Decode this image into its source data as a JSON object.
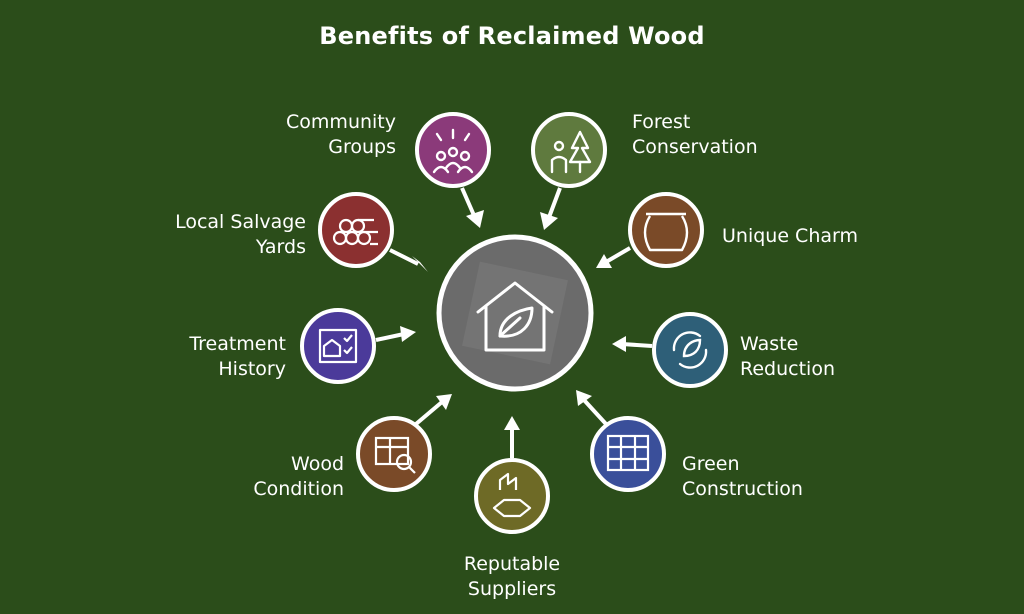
{
  "title": "Benefits of Reclaimed Wood",
  "center": {
    "icon": "house-leaf-icon"
  },
  "colors": {
    "background": "#2b4d1a",
    "center": "#6b6b6b",
    "outline": "#ffffff"
  },
  "nodes": [
    {
      "id": "community-groups",
      "lines": [
        "Community",
        "Groups"
      ],
      "color": "#8b3a7a",
      "icon": "people-celebration-icon"
    },
    {
      "id": "forest-conservation",
      "lines": [
        "Forest",
        "Conservation"
      ],
      "color": "#5f7a3e",
      "icon": "person-tree-icon"
    },
    {
      "id": "unique-charm",
      "lines": [
        "Unique Charm"
      ],
      "color": "#7a4a28",
      "icon": "wooden-barrel-icon"
    },
    {
      "id": "waste-reduction",
      "lines": [
        "Waste",
        "Reduction"
      ],
      "color": "#2e5f78",
      "icon": "recycle-leaf-icon"
    },
    {
      "id": "green-construction",
      "lines": [
        "Green",
        "Construction"
      ],
      "color": "#3a4f9a",
      "icon": "solar-panel-icon"
    },
    {
      "id": "reputable-suppliers",
      "lines": [
        "Reputable",
        "Suppliers"
      ],
      "color": "#6e6a26",
      "icon": "handshake-factory-icon"
    },
    {
      "id": "wood-condition",
      "lines": [
        "Wood",
        "Condition"
      ],
      "color": "#7a4a28",
      "icon": "inspection-magnifier-icon"
    },
    {
      "id": "treatment-history",
      "lines": [
        "Treatment",
        "History"
      ],
      "color": "#4b3a9a",
      "icon": "checklist-house-icon"
    },
    {
      "id": "local-salvage-yards",
      "lines": [
        "Local Salvage",
        "Yards"
      ],
      "color": "#8b3030",
      "icon": "log-pile-icon"
    }
  ]
}
